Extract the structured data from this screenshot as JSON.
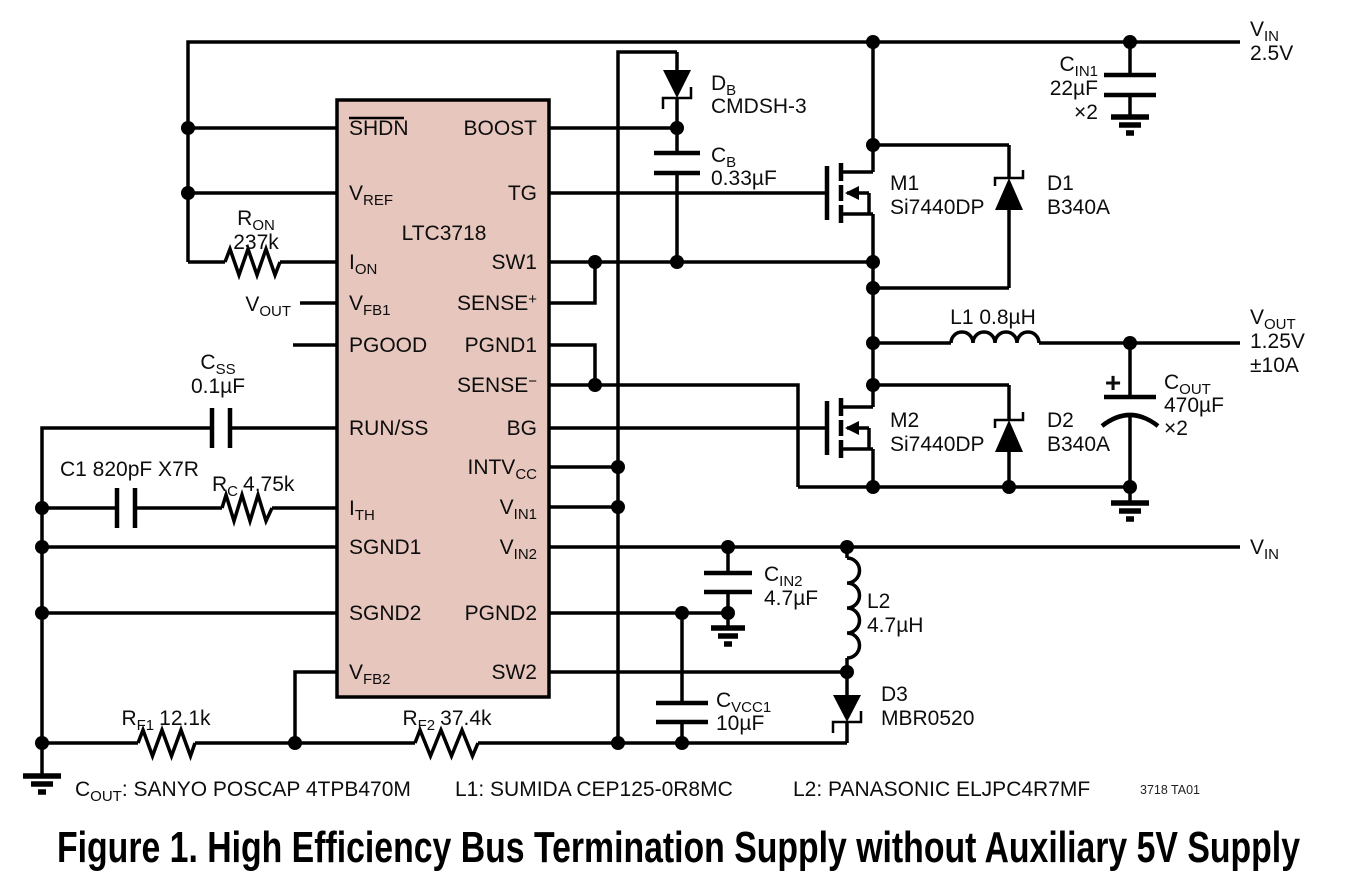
{
  "ic": {
    "part": "LTC3718",
    "pins_left": [
      {
        "main": "SHDN"
      },
      {
        "main": "V",
        "sub": "REF"
      },
      {
        "main": "I",
        "sub": "ON"
      },
      {
        "main": "V",
        "sub": "FB1"
      },
      {
        "main": "PGOOD"
      },
      {
        "main": "RUN/SS"
      },
      {
        "main": "I",
        "sub": "TH"
      },
      {
        "main": "SGND1"
      },
      {
        "main": "SGND2"
      },
      {
        "main": "V",
        "sub": "FB2"
      }
    ],
    "pins_right": [
      {
        "main": "BOOST"
      },
      {
        "main": "TG"
      },
      {
        "main": "SW1"
      },
      {
        "main": "SENSE",
        "sup": "+"
      },
      {
        "main": "PGND1"
      },
      {
        "main": "SENSE",
        "sup": "−"
      },
      {
        "main": "BG"
      },
      {
        "main": "INTV",
        "sub": "CC"
      },
      {
        "main": "V",
        "sub": "IN1"
      },
      {
        "main": "V",
        "sub": "IN2"
      },
      {
        "main": "PGND2"
      },
      {
        "main": "SW2"
      }
    ]
  },
  "components": {
    "vin_top": {
      "ref": "V",
      "ref_sub": "IN",
      "value": "2.5V"
    },
    "cin1": {
      "ref": "C",
      "ref_sub": "IN1",
      "value": "22µF",
      "qty": "×2"
    },
    "db": {
      "ref": "D",
      "ref_sub": "B",
      "value": "CMDSH-3"
    },
    "cb": {
      "ref": "C",
      "ref_sub": "B",
      "value": "0.33µF"
    },
    "m1": {
      "ref": "M1",
      "value": "Si7440DP"
    },
    "d1": {
      "ref": "D1",
      "value": "B340A"
    },
    "l1": {
      "label": "L1 0.8µH"
    },
    "vout_right": {
      "ref": "V",
      "ref_sub": "OUT",
      "value": "1.25V",
      "current": "±10A"
    },
    "cout": {
      "ref": "C",
      "ref_sub": "OUT",
      "value": "470µF",
      "qty": "×2",
      "polarity": "+"
    },
    "m2": {
      "ref": "M2",
      "value": "Si7440DP"
    },
    "d2": {
      "ref": "D2",
      "value": "B340A"
    },
    "ron": {
      "ref": "R",
      "ref_sub": "ON",
      "value": "237k"
    },
    "vout_sense": {
      "ref": "V",
      "ref_sub": "OUT"
    },
    "css": {
      "ref": "C",
      "ref_sub": "SS",
      "value": "0.1µF"
    },
    "c1": {
      "label": "C1 820pF X7R"
    },
    "rc": {
      "ref": "R",
      "ref_sub": "C",
      "value": "4.75k"
    },
    "vin_mid": {
      "ref": "V",
      "ref_sub": "IN"
    },
    "cin2": {
      "ref": "C",
      "ref_sub": "IN2",
      "value": "4.7µF"
    },
    "l2": {
      "ref": "L2",
      "value": "4.7µH"
    },
    "d3": {
      "ref": "D3",
      "value": "MBR0520"
    },
    "cvcc1": {
      "ref": "C",
      "ref_sub": "VCC1",
      "value": "10µF"
    },
    "rf1": {
      "ref": "R",
      "ref_sub": "F1",
      "value": "12.1k"
    },
    "rf2": {
      "ref": "R",
      "ref_sub": "F2",
      "value": "37.4k"
    }
  },
  "notes": {
    "cout_ref": "C",
    "cout_ref_sub": "OUT",
    "cout_rest": ": SANYO POSCAP 4TPB470M",
    "l1": "L1: SUMIDA CEP125-0R8MC",
    "l2": "L2: PANASONIC ELJPC4R7MF",
    "ref_code": "3718 TA01"
  },
  "caption": "Figure 1. High Efficiency Bus Termination Supply without Auxiliary 5V Supply"
}
